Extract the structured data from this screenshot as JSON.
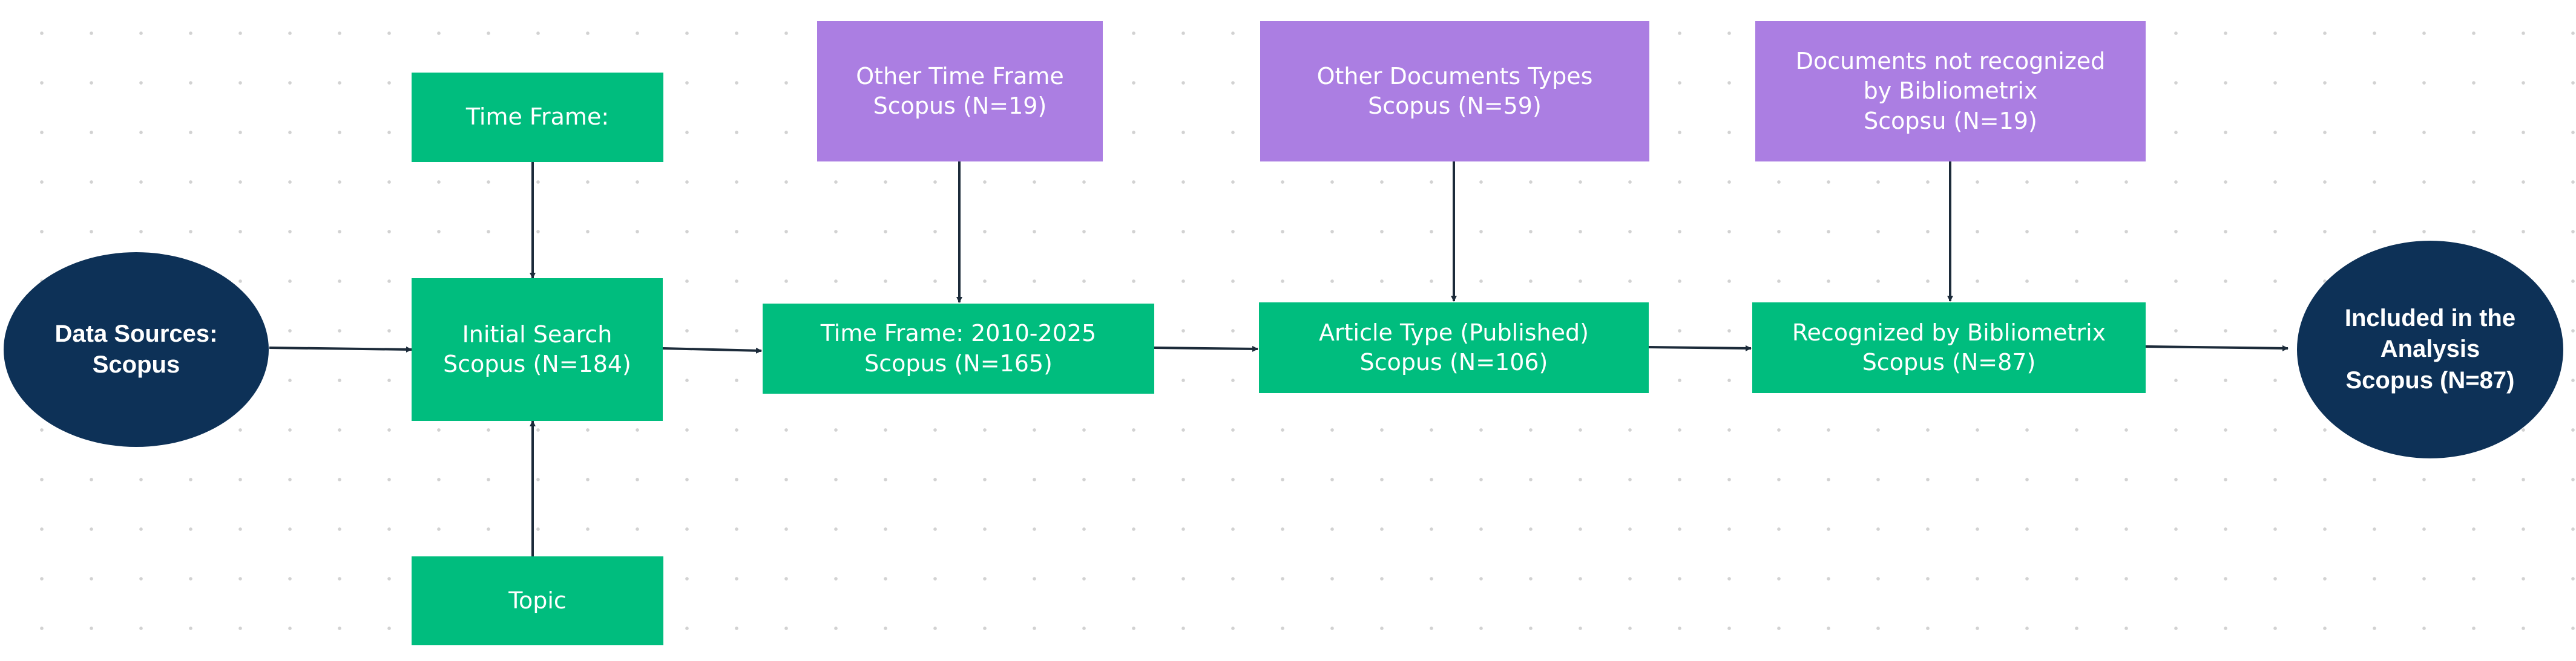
{
  "diagram": {
    "source_node": {
      "label": "Data Sources:\nScopus"
    },
    "time_frame_input": {
      "label": "Time  Frame:"
    },
    "topic_input": {
      "label": "Topic"
    },
    "initial_search": {
      "label": "Initial Search\nScopus (N=184)"
    },
    "time_frame_filter": {
      "label": "Time  Frame: 2010-2025\nScopus (N=165)"
    },
    "article_type_filter": {
      "label": "Article Type (Published)\nScopus (N=106)"
    },
    "bibliometrix_filter": {
      "label": "Recognized by Bibliometrix\nScopus (N=87)"
    },
    "excluded_time_frame": {
      "label": "Other Time  Frame\nScopus (N=19)"
    },
    "excluded_document_types": {
      "label": "Other Documents Types\nScopus (N=59)"
    },
    "excluded_not_recognized": {
      "label": "Documents not recognized\nby Bibliometrix\nScopsu (N=19)"
    },
    "result_node": {
      "label": "Included in the\nAnalysis\nScopus (N=87)"
    }
  },
  "colors": {
    "process_box": "#00bd7e",
    "excluded_box": "#ab7ee2",
    "terminal_oval": "#0d3157",
    "arrow": "#1c2b3a",
    "background_dots": "#d2d2d2"
  }
}
